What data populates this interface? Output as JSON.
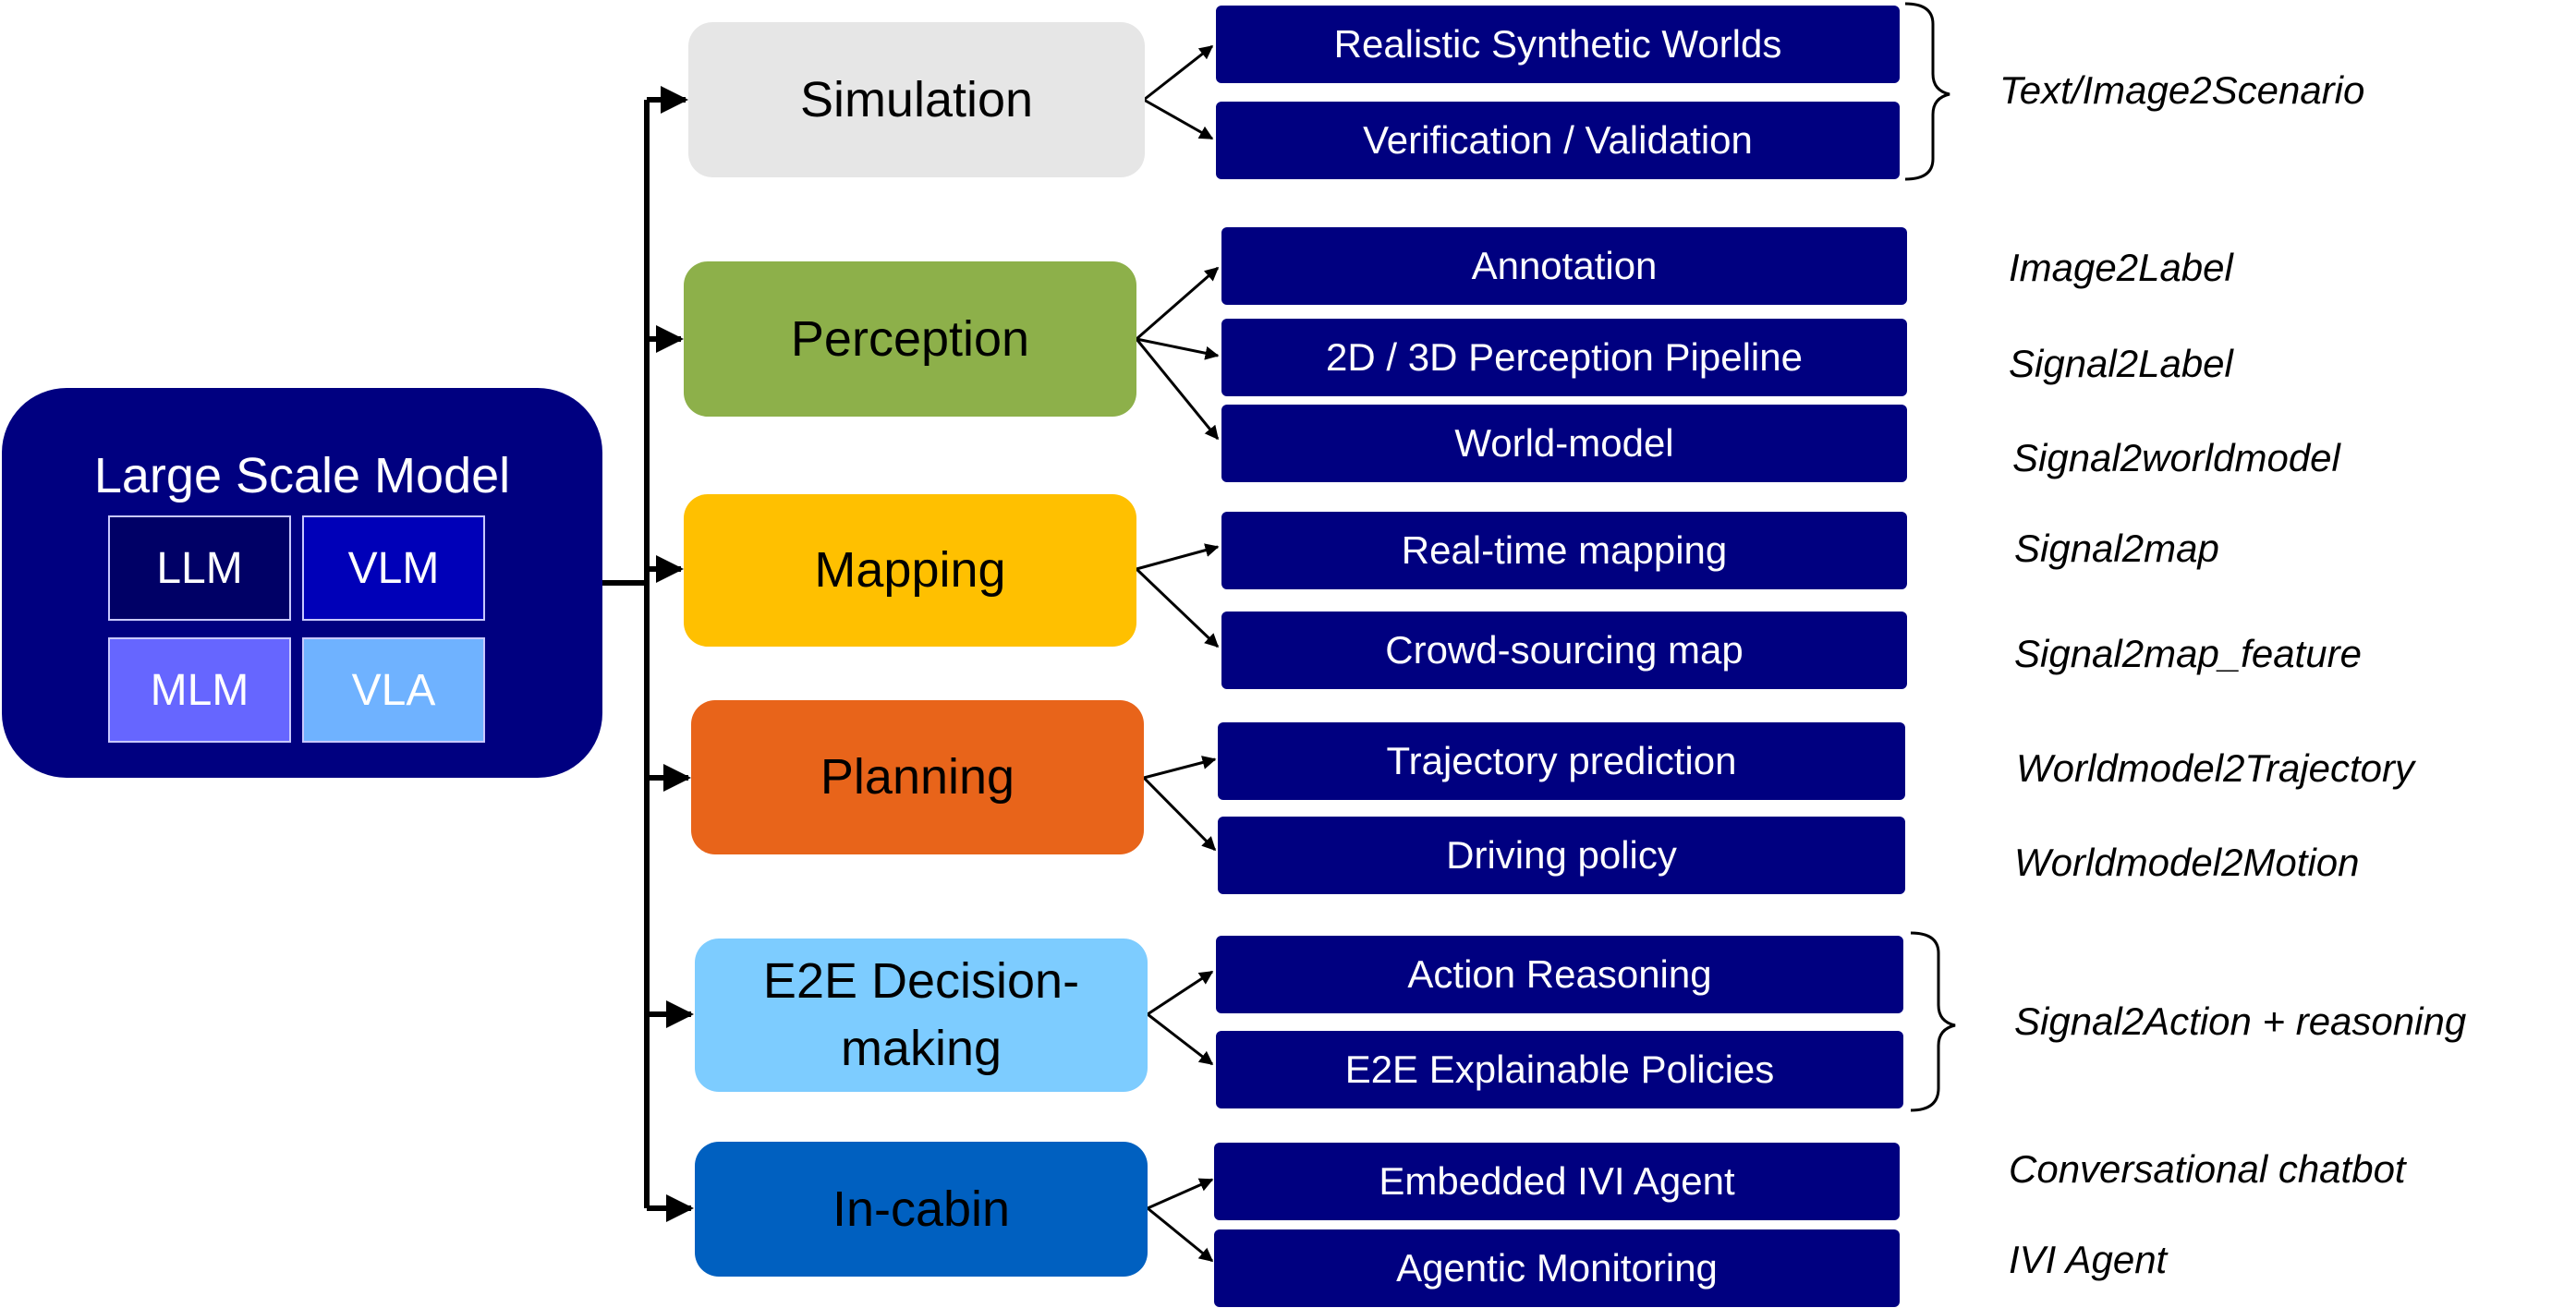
{
  "root": {
    "title": "Large Scale Model",
    "chips": [
      {
        "label": "LLM",
        "color": "#000066"
      },
      {
        "label": "VLM",
        "color": "#0000b8"
      },
      {
        "label": "MLM",
        "color": "#6666ff"
      },
      {
        "label": "VLA",
        "color": "#6fb2ff"
      }
    ]
  },
  "categories": [
    {
      "label": "Simulation",
      "color": "#e6e6e6",
      "leaves": [
        "Realistic Synthetic Worlds",
        "Verification / Validation"
      ]
    },
    {
      "label": "Perception",
      "color": "#8db04a",
      "leaves": [
        "Annotation",
        "2D / 3D Perception Pipeline",
        "World-model"
      ]
    },
    {
      "label": "Mapping",
      "color": "#ffc000",
      "leaves": [
        "Real-time mapping",
        "Crowd-sourcing map"
      ]
    },
    {
      "label": "Planning",
      "color": "#e8641a",
      "leaves": [
        "Trajectory prediction",
        "Driving policy"
      ]
    },
    {
      "label": "E2E Decision-making",
      "color": "#7dccff",
      "leaves": [
        "Action Reasoning",
        "E2E Explainable Policies"
      ]
    },
    {
      "label": "In-cabin",
      "color": "#0060c0",
      "leaves": [
        "Embedded IVI Agent",
        "Agentic Monitoring"
      ]
    }
  ],
  "tags": [
    "Text/Image2Scenario",
    "Image2Label",
    "Signal2Label",
    "Signal2worldmodel",
    "Signal2map",
    "Signal2map_feature",
    "Worldmodel2Trajectory",
    "Worldmodel2Motion",
    "Signal2Action + reasoning",
    "Conversational chatbot",
    "IVI Agent"
  ]
}
